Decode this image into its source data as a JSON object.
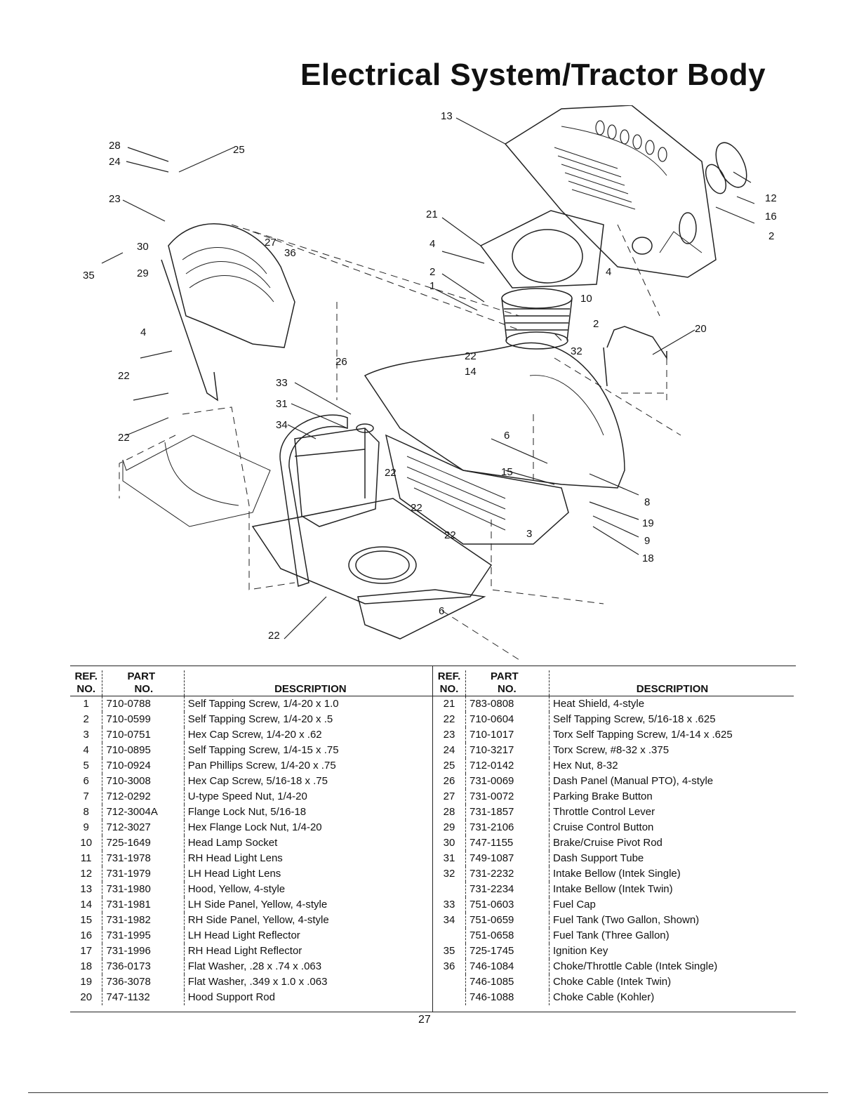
{
  "title": "Electrical System/Tractor Body",
  "callouts": [
    "13",
    "28",
    "24",
    "25",
    "23",
    "35",
    "30",
    "29",
    "27",
    "36",
    "4",
    "22",
    "26",
    "21",
    "4",
    "2",
    "1",
    "4",
    "10",
    "2",
    "32",
    "12",
    "16",
    "2",
    "20",
    "22",
    "14",
    "33",
    "31",
    "34",
    "22",
    "6",
    "15",
    "8",
    "19",
    "9",
    "18",
    "3",
    "22",
    "22",
    "22",
    "6",
    "22"
  ],
  "table_headers": {
    "ref_no_line1": "REF.",
    "ref_no_line2": "NO.",
    "part_no_line1": "PART",
    "part_no_line2": "NO.",
    "description": "DESCRIPTION"
  },
  "left_rows": [
    {
      "ref": "1",
      "part": "710-0788",
      "desc": "Self Tapping Screw, 1/4-20 x 1.0"
    },
    {
      "ref": "2",
      "part": "710-0599",
      "desc": "Self Tapping Screw, 1/4-20 x .5"
    },
    {
      "ref": "3",
      "part": "710-0751",
      "desc": "Hex Cap Screw, 1/4-20 x .62"
    },
    {
      "ref": "4",
      "part": "710-0895",
      "desc": "Self Tapping Screw, 1/4-15 x .75"
    },
    {
      "ref": "5",
      "part": "710-0924",
      "desc": "Pan Phillips Screw, 1/4-20 x .75"
    },
    {
      "ref": "6",
      "part": "710-3008",
      "desc": "Hex Cap Screw, 5/16-18 x .75"
    },
    {
      "ref": "7",
      "part": "712-0292",
      "desc": "U-type Speed Nut, 1/4-20"
    },
    {
      "ref": "8",
      "part": "712-3004A",
      "desc": "Flange Lock Nut, 5/16-18"
    },
    {
      "ref": "9",
      "part": "712-3027",
      "desc": "Hex Flange Lock Nut, 1/4-20"
    },
    {
      "ref": "10",
      "part": "725-1649",
      "desc": "Head Lamp Socket"
    },
    {
      "ref": "11",
      "part": "731-1978",
      "desc": "RH Head Light Lens"
    },
    {
      "ref": "12",
      "part": "731-1979",
      "desc": "LH Head Light Lens"
    },
    {
      "ref": "13",
      "part": "731-1980",
      "desc": "Hood, Yellow, 4-style"
    },
    {
      "ref": "14",
      "part": "731-1981",
      "desc": "LH Side Panel, Yellow, 4-style"
    },
    {
      "ref": "15",
      "part": "731-1982",
      "desc": "RH Side Panel, Yellow, 4-style"
    },
    {
      "ref": "16",
      "part": "731-1995",
      "desc": "LH Head Light Reflector"
    },
    {
      "ref": "17",
      "part": "731-1996",
      "desc": "RH Head Light Reflector"
    },
    {
      "ref": "18",
      "part": "736-0173",
      "desc": "Flat Washer, .28 x .74 x .063"
    },
    {
      "ref": "19",
      "part": "736-3078",
      "desc": "Flat Washer, .349 x 1.0 x .063"
    },
    {
      "ref": "20",
      "part": "747-1132",
      "desc": "Hood Support Rod"
    }
  ],
  "right_rows": [
    {
      "ref": "21",
      "part": "783-0808",
      "desc": "Heat Shield, 4-style"
    },
    {
      "ref": "22",
      "part": "710-0604",
      "desc": "Self Tapping Screw, 5/16-18 x .625"
    },
    {
      "ref": "23",
      "part": "710-1017",
      "desc": "Torx Self Tapping Screw, 1/4-14 x .625"
    },
    {
      "ref": "24",
      "part": "710-3217",
      "desc": "Torx Screw, #8-32 x .375"
    },
    {
      "ref": "25",
      "part": "712-0142",
      "desc": "Hex Nut, 8-32"
    },
    {
      "ref": "26",
      "part": "731-0069",
      "desc": "Dash Panel (Manual PTO), 4-style"
    },
    {
      "ref": "27",
      "part": "731-0072",
      "desc": "Parking Brake Button"
    },
    {
      "ref": "28",
      "part": "731-1857",
      "desc": "Throttle Control Lever"
    },
    {
      "ref": "29",
      "part": "731-2106",
      "desc": "Cruise Control Button"
    },
    {
      "ref": "30",
      "part": "747-1155",
      "desc": "Brake/Cruise Pivot Rod"
    },
    {
      "ref": "31",
      "part": "749-1087",
      "desc": "Dash Support Tube"
    },
    {
      "ref": "32",
      "part": "731-2232",
      "desc": "Intake Bellow (Intek Single)"
    },
    {
      "ref": "",
      "part": "731-2234",
      "desc": "Intake Bellow (Intek Twin)"
    },
    {
      "ref": "33",
      "part": "751-0603",
      "desc": "Fuel Cap"
    },
    {
      "ref": "34",
      "part": "751-0659",
      "desc": "Fuel Tank (Two Gallon, Shown)"
    },
    {
      "ref": "",
      "part": "751-0658",
      "desc": "Fuel Tank (Three Gallon)"
    },
    {
      "ref": "35",
      "part": "725-1745",
      "desc": "Ignition Key"
    },
    {
      "ref": "36",
      "part": "746-1084",
      "desc": "Choke/Throttle Cable (Intek Single)"
    },
    {
      "ref": "",
      "part": "746-1085",
      "desc": "Choke Cable (Intek Twin)"
    },
    {
      "ref": "",
      "part": "746-1088",
      "desc": "Choke Cable (Kohler)"
    }
  ],
  "page_number": "27"
}
